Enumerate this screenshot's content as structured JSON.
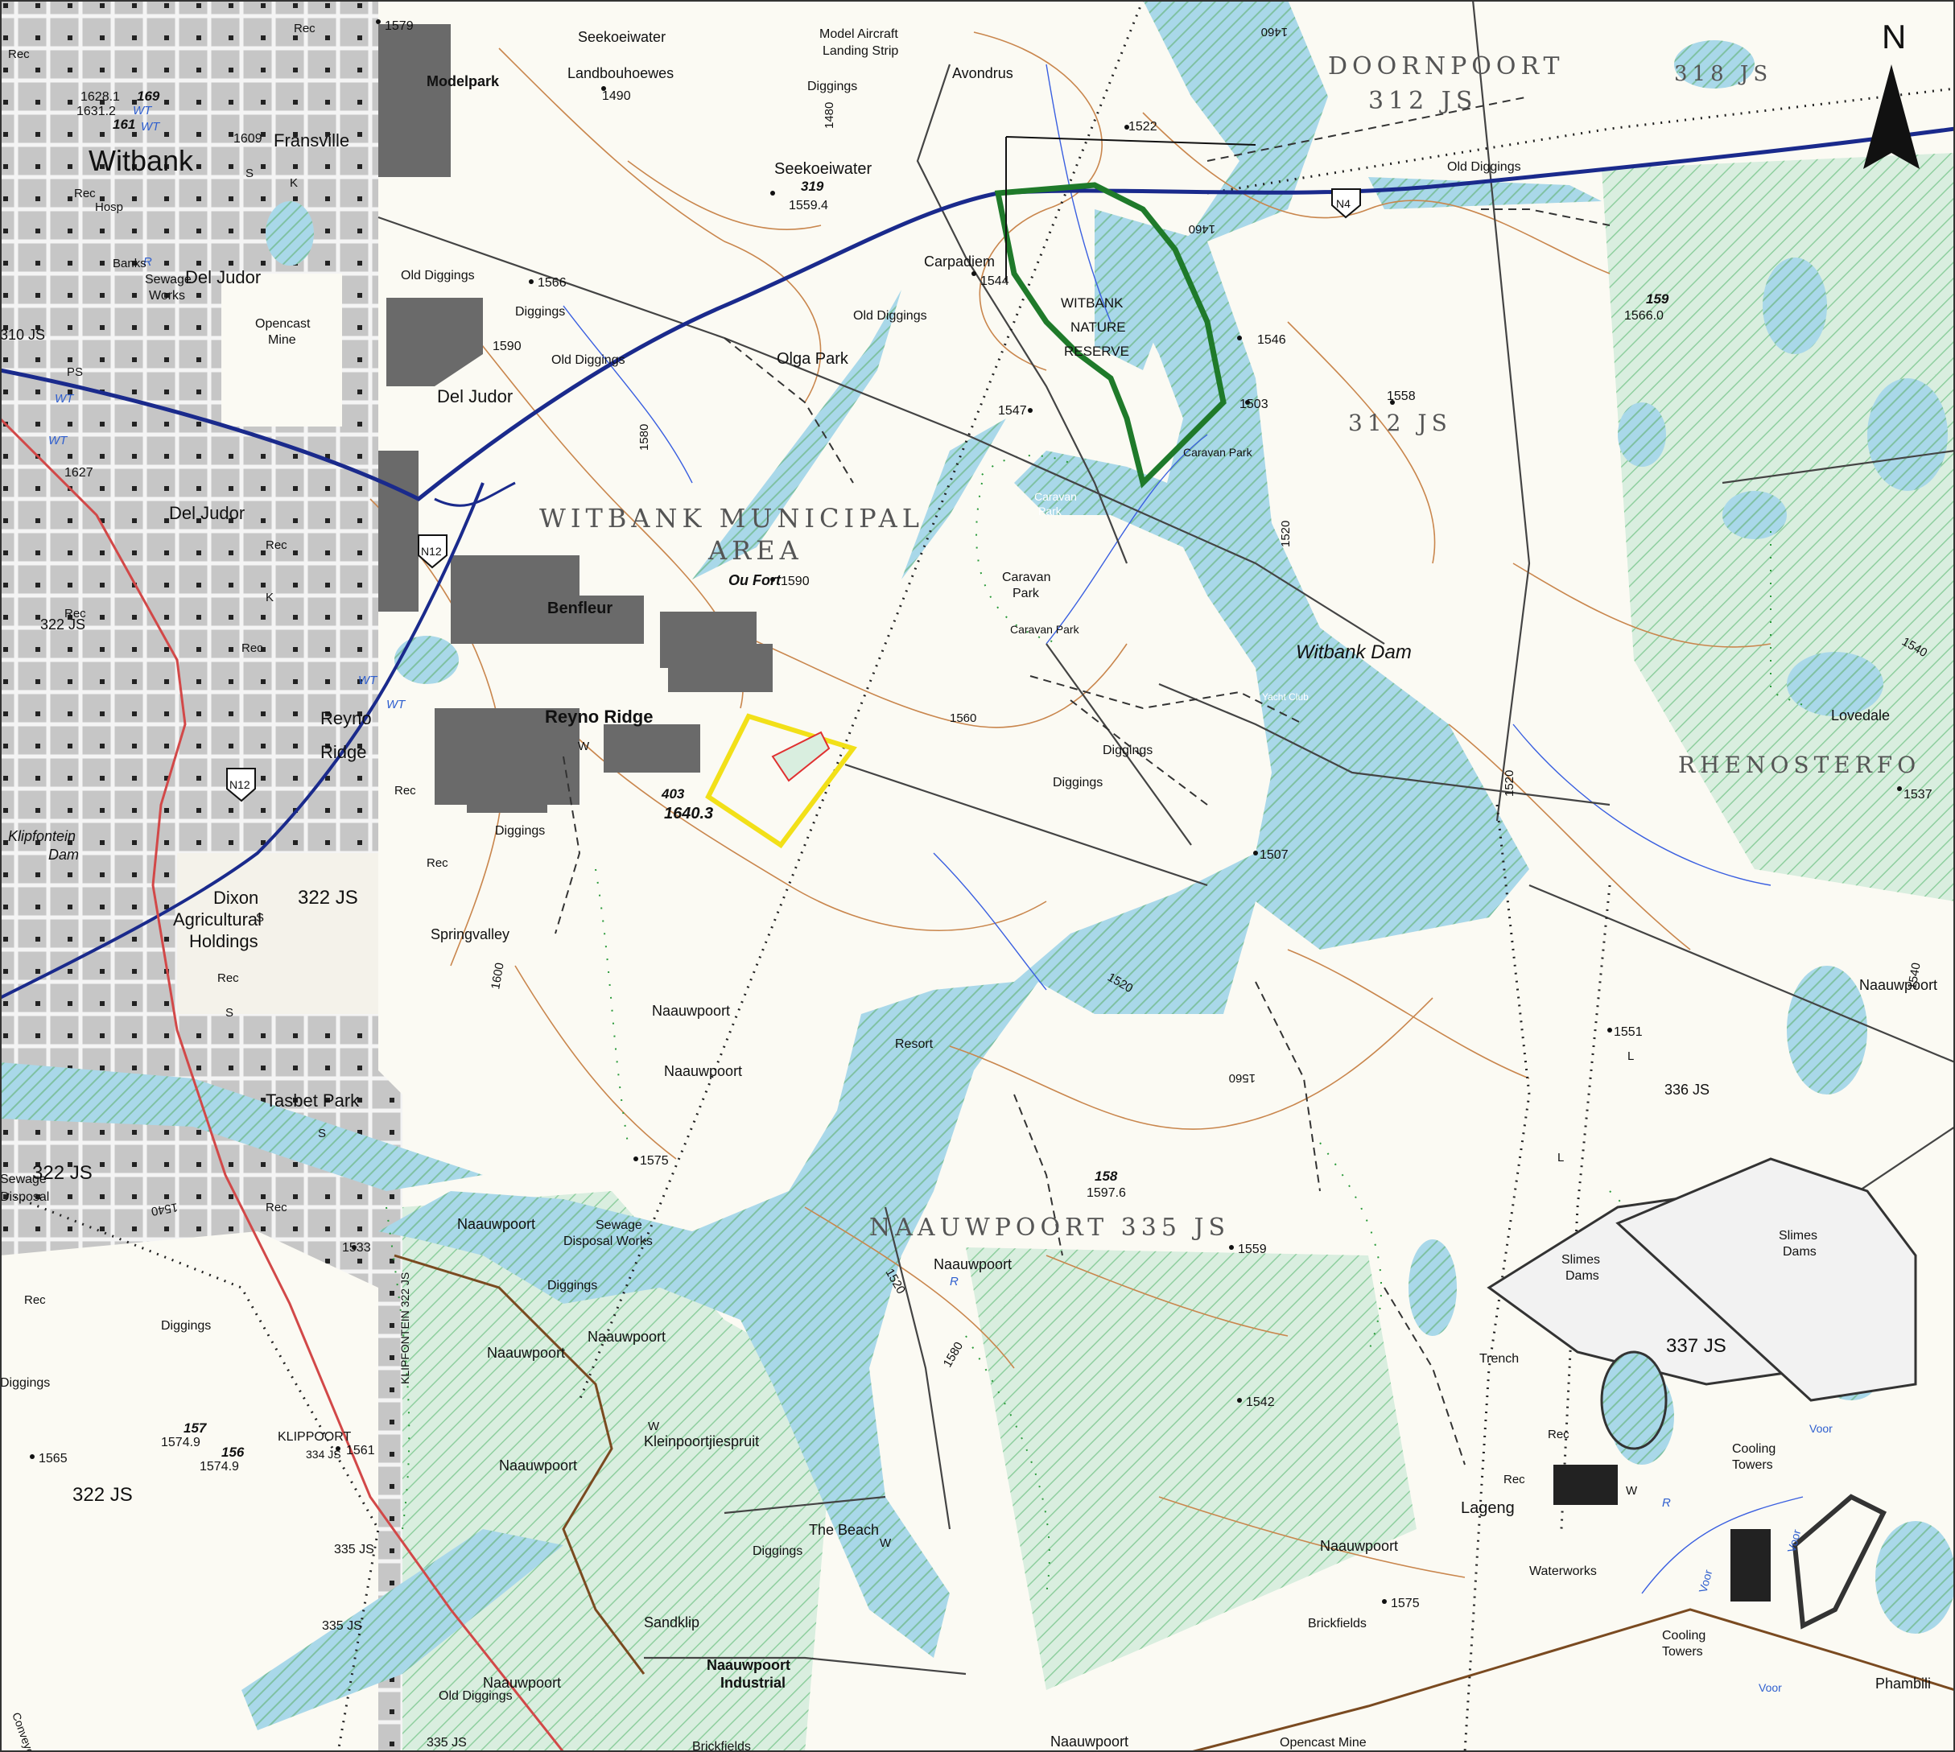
{
  "map": {
    "north": "N",
    "colors": {
      "water": "#9fd0e4",
      "wetland": "#9fd6c0",
      "urban": "#c9c9c9",
      "built": "#6a6a6a",
      "contour": "#c9864d",
      "freeway": "#1a2a8c",
      "reserve": "#1f7a2a",
      "site": "#f2e018"
    },
    "towns": {
      "witbank": "Witbank",
      "fransville": "Fransville",
      "del_judor_1": "Del Judor",
      "del_judor_2": "Del Judor",
      "del_judor_3": "Del Judor",
      "modelpark": "Modelpark",
      "benfleur": "Benfleur",
      "reyno_ridge": "Reyno Ridge",
      "reyno_ridge_w1": "Reyno",
      "reyno_ridge_w2": "Ridge",
      "dixon_1": "Dixon",
      "dixon_2": "Agricultural",
      "dixon_3": "Holdings",
      "tasbet": "Tasbet Park",
      "olga": "Olga Park",
      "springvalley": "Springvalley",
      "carpadiem": "Carpadiem",
      "avondrus": "Avondrus",
      "seekoeiwater": "Seekoeiwater",
      "lovedale": "Lovedale",
      "lageng": "Lageng",
      "phambili": "Phambili",
      "sandklip": "Sandklip",
      "kleinpoort": "Kleinpoortjiespruit",
      "the_beach": "The Beach",
      "nauw_industrial_1": "Naauwpoort",
      "nauw_industrial_2": "Industrial"
    },
    "naauwpoort": [
      "Naauwpoort",
      "Naauwpoort",
      "Naauwpoort",
      "Naauwpoort",
      "Naauwpoort",
      "Naauwpoort",
      "Naauwpoort",
      "Naauwpoort",
      "Naauwpoort",
      "Naauwpoort",
      "Naauwpoort"
    ],
    "farms": {
      "doornpoort": "DOORNPOORT",
      "doornpoort_no": "312 JS",
      "f312": "312 JS",
      "f318": "318 JS",
      "rhenosterfo": "RHENOSTERFO",
      "naauwpoort335": "NAAUWPOORT 335 JS",
      "f336": "336 JS",
      "f337": "337 JS",
      "f322a": "322 JS",
      "f322b": "322 JS",
      "f322c": "322 JS",
      "f322d": "322 JS",
      "f310": "310 JS",
      "klipfontein": "KLIPFONTEIN 322 JS",
      "klippoort": "KLIPPOORT",
      "f334": "334 JS",
      "f335a": "335 JS",
      "f335b": "335 JS",
      "f335c": "335 JS"
    },
    "municipal_1": "WITBANK MUNICIPAL",
    "municipal_2": "AREA",
    "reserve_1": "WITBANK",
    "reserve_2": "NATURE",
    "reserve_3": "RESERVE",
    "dam": "Witbank Dam",
    "klipfontein_dam_1": "Klipfontein",
    "klipfontein_dam_2": "Dam",
    "features": {
      "model_aircraft_1": "Model Aircraft",
      "model_aircraft_2": "Landing Strip",
      "seekoeiwater_l1": "Seekoeiwater",
      "seekoeiwater_l2": "Landbouhoewes",
      "opencast_1": "Opencast",
      "opencast_2": "Mine",
      "opencast_mine": "Opencast Mine",
      "sewage_1": "Sewage",
      "sewage_2": "Works",
      "sewage_disposal_1": "Sewage",
      "sewage_disposal_2": "Disposal Works",
      "sewage_w1": "Sewage",
      "sewage_w2": "Disposal",
      "caravan_park_1": "Caravan",
      "caravan_park_2": "Park",
      "caravan_park_3": "Caravan Park",
      "caravan_park_4": "Caravan Park",
      "caravan_park_5": "Caravan",
      "caravan_park_6": "Park",
      "resort": "Resort",
      "yacht_club": "Yacht Club",
      "slimes_1": "Slimes",
      "slimes_2": "Dams",
      "slimes_3": "Slimes",
      "slimes_4": "Dams",
      "cooling_1": "Cooling",
      "cooling_2": "Towers",
      "cooling_3": "Cooling",
      "cooling_4": "Towers",
      "waterworks": "Waterworks",
      "brickfields_1": "Brickfields",
      "brickfields_2": "Brickfields",
      "trench": "Trench",
      "conveyor": "Conveyor Belt",
      "ou_fort": "Ou Fort",
      "voor_1": "Voor",
      "voor_2": "Voor",
      "voor_3": "Voor",
      "voor_4": "Voor"
    },
    "diggings": [
      "Diggings",
      "Diggings",
      "Diggings",
      "Diggings",
      "Diggings",
      "Diggings",
      "Diggings",
      "Diggings",
      "Diggings",
      "Old Diggings",
      "Old Diggings",
      "Old Diggings",
      "Old Diggings",
      "Old Diggings"
    ],
    "rec": [
      "Rec",
      "Rec",
      "Rec",
      "Rec",
      "Rec",
      "Rec",
      "Rec",
      "Rec",
      "Rec",
      "Rec",
      "Rec",
      "Rec",
      "Rec"
    ],
    "spot_heights": [
      "1579",
      "1490",
      "1559.4",
      "1522",
      "1566",
      "1590",
      "1544",
      "1546",
      "1566.0",
      "1503",
      "1558",
      "1547",
      "1590",
      "1640.3",
      "1537",
      "1507",
      "1551",
      "1575",
      "1597.6",
      "1559",
      "1542",
      "1575",
      "1565",
      "1574.9",
      "1574.9",
      "1533",
      "1561",
      "1609",
      "1628.1",
      "1631.2",
      "1627"
    ],
    "trig": [
      "319",
      "159",
      "403",
      "158",
      "157",
      "156",
      "169",
      "161"
    ],
    "contours": [
      "1480",
      "1460",
      "1520",
      "1540",
      "1560",
      "1520",
      "1560",
      "1540",
      "1520",
      "1520",
      "1580",
      "1600",
      "1580",
      "1540",
      "1460"
    ],
    "roads": {
      "n4": "N4",
      "n12a": "N12",
      "n12b": "N12"
    },
    "misc": [
      "WT",
      "WT",
      "WT",
      "WT",
      "WT",
      "WT",
      "PS",
      "Hosp",
      "S",
      "S",
      "S",
      "S",
      "K",
      "K",
      "R",
      "R",
      "R",
      "W",
      "W",
      "W",
      "W",
      "L",
      "L",
      "Banks"
    ]
  }
}
